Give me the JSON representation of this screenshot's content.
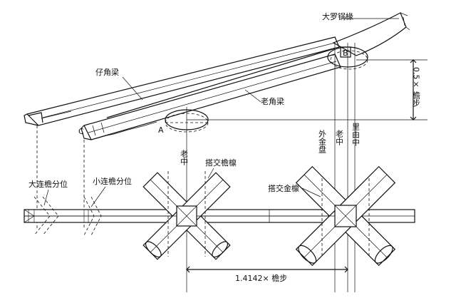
{
  "labels": {
    "da_luo_guo_chuan": "大罗锅椽",
    "zi_jiao_liang": "仔角梁",
    "lao_jiao_liang": "老角梁",
    "point_a": "A",
    "point_b": "B",
    "point_c": "C",
    "wai_jin_pan": "外金盘",
    "lao_zhong_top": "老中",
    "li_you_zhong": "里由中",
    "half_step": "0.5× 檐步",
    "lao_zhong_bottom": "老中",
    "da_lian_yan_fen_wei": "大连檐分位",
    "xiao_lian_yan_fen_wei": "小连檐分位",
    "da_jiao_yan_lin": "搭交檐檩",
    "da_jiao_jin_lin": "搭交金檩",
    "dimension_bottom": "1.4142× 檐步"
  }
}
